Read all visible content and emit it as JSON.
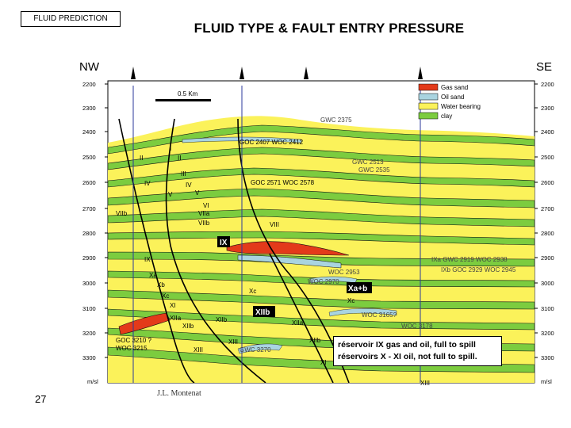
{
  "header": {
    "tag": "FLUID PREDICTION",
    "title": "FLUID TYPE & FAULT ENTRY PRESSURE"
  },
  "directions": {
    "left": "NW",
    "right": "SE"
  },
  "scale_bar": "0.5 Km",
  "depth_axis": {
    "labels": [
      "2200",
      "2300",
      "2400",
      "2500",
      "2600",
      "2700",
      "2800",
      "2900",
      "3000",
      "3100",
      "3200",
      "3300"
    ],
    "unit": "m/sl"
  },
  "legend": [
    {
      "label": "Gas sand",
      "color": "#e33a1a"
    },
    {
      "label": "Oil sand",
      "color": "#a9d4e0"
    },
    {
      "label": "Water bearing",
      "color": "#fbf25a"
    },
    {
      "label": "clay",
      "color": "#7ccc3f"
    }
  ],
  "units": {
    "I": "I",
    "II_a": "II",
    "II_b": "II",
    "III": "III",
    "IV_a": "IV",
    "IV_b": "IV",
    "V_a": "V",
    "V_b": "V",
    "VI": "VI",
    "VIIa": "VIIa",
    "VIIb_a": "VIIb",
    "VIIb_b": "VIIb",
    "VIII": "VIII",
    "IX_a": "IX",
    "IX_b": "IX",
    "Xa": "Xa",
    "Xb": "Xb",
    "Xc_a": "Xc",
    "Xc_b": "Xc",
    "Xc_c": "Xc",
    "XI": "XI",
    "XIIa_a": "XIIa",
    "XIIa_b": "XIIa",
    "XIIb_a": "XIIb",
    "XIIb_b": "XIIb",
    "XIIb_c": "XIIb",
    "XIIb_d": "XIIb",
    "XIII_a": "XIII",
    "XIII_b": "XIII",
    "XIII_c": "XIII",
    "XI_b": "XI",
    "Xab": "Xa+b"
  },
  "contacts": {
    "gwc_2375": "GWC 2375",
    "goc_2407": "GOC 2407 WOC 2412",
    "gwc_2513": "GWC 2513",
    "gwc_2535": "GWC 2535",
    "goc_2571": "GOC 2571 WOC 2578",
    "woc_2953": "WOC 2953",
    "woc_2970": "WOC 2970",
    "ixa": "IXa GWC 2919 WOC 2938",
    "ixb": "IXb GOC 2929 WOC 2945",
    "woc_3165": "WOC 3165?",
    "woc_3178": "WOC 3178",
    "goc_3210": "GOC 3210 ?",
    "woc_3215": "WOC 3215",
    "gwc_3270": "GWC 3270"
  },
  "annotation": {
    "line1": "réservoir IX gas and oil, full to spill",
    "line2": "réservoirs X - XI oil, not full to spill."
  },
  "page_number": "27",
  "author": "J.L. Montenat"
}
